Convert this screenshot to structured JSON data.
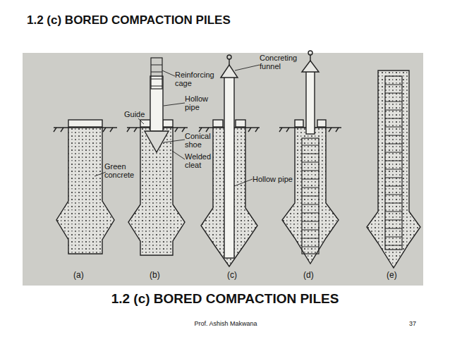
{
  "diagram": {
    "title": "1.2 (c) BORED COMPACTION PILES",
    "caption": "1.2 (c) BORED COMPACTION PILES",
    "labels": [
      "Reinforcing cage",
      "Concreting funnel",
      "Hollow pipe",
      "Guide",
      "Conical shoe",
      "Welded cleat",
      "Green concrete",
      "Hollow pipe",
      "(a)",
      "(b)",
      "(c)",
      "(d)",
      "(e)",
      "Prof. Ashish Makwana",
      "37"
    ]
  }
}
